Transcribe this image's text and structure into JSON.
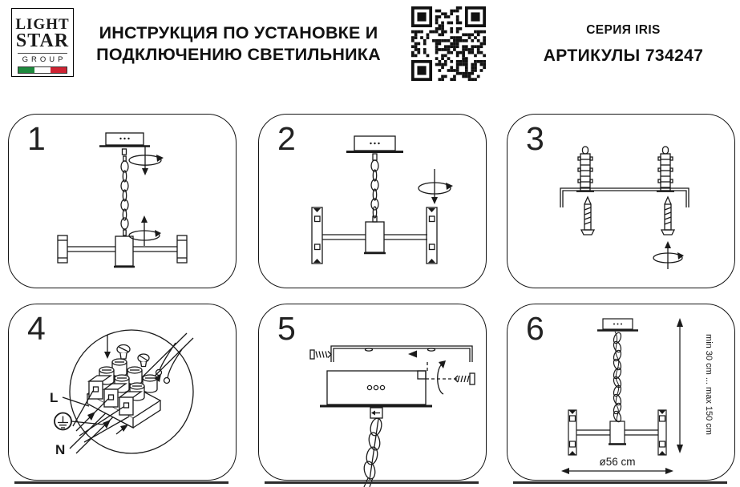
{
  "header": {
    "logo": {
      "word1": "LIGHT",
      "word2": "STAR",
      "word3": "GROUP",
      "flag": {
        "green": "#1e8a3e",
        "white": "#ffffff",
        "red": "#cf2433"
      }
    },
    "title": {
      "line1": "ИНСТРУКЦИЯ ПО УСТАНОВКЕ И",
      "line2": "ПОДКЛЮЧЕНИЮ СВЕТИЛЬНИКА"
    },
    "qr_icon": "qr-code",
    "series": "СЕРИЯ IRIS",
    "articles": "АРТИКУЛЫ 734247"
  },
  "steps": [
    {
      "number": "1",
      "diagram": "hang-body-on-chain-diagram"
    },
    {
      "number": "2",
      "diagram": "install-tube-lamps-diagram"
    },
    {
      "number": "3",
      "diagram": "bracket-dowels-screws-diagram"
    },
    {
      "number": "4",
      "diagram": "terminal-block-wiring-diagram"
    },
    {
      "number": "5",
      "diagram": "fix-canopy-to-bracket-diagram"
    },
    {
      "number": "6",
      "diagram": "final-dimensions-diagram"
    }
  ],
  "wiring": {
    "line": "L",
    "neutral": "N",
    "ground_icon": "ground-symbol"
  },
  "dimensions": {
    "suspension": "min 30 cm ... max 150 cm",
    "diameter": "ø56 cm"
  },
  "colors": {
    "ink": "#1a1a1a",
    "border": "#151515",
    "background": "#ffffff"
  }
}
